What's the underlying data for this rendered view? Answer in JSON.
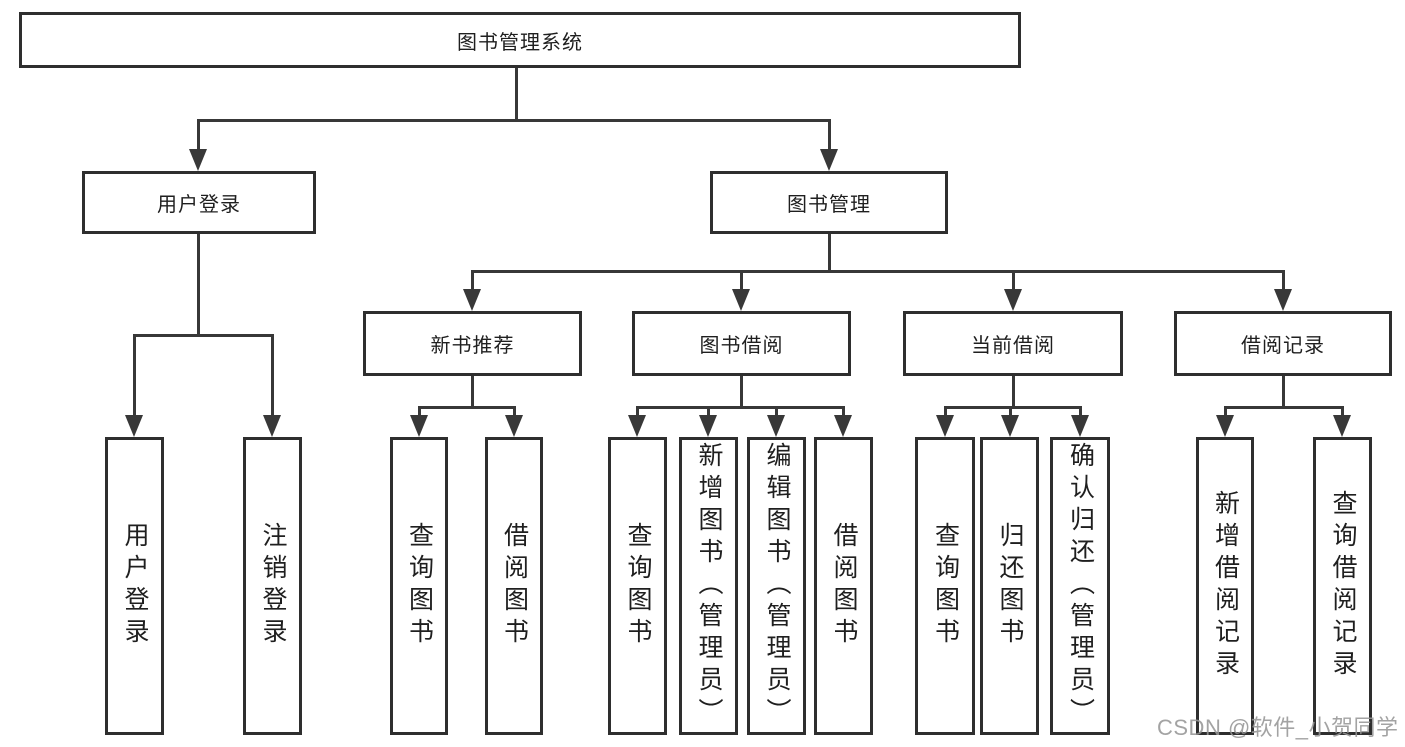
{
  "diagram": {
    "root": {
      "label": "图书管理系统"
    },
    "branches": [
      {
        "label": "用户登录",
        "children": [
          "用户登录",
          "注销登录"
        ]
      },
      {
        "label": "图书管理",
        "children": [
          {
            "label": "新书推荐",
            "children": [
              "查询图书",
              "借阅图书"
            ]
          },
          {
            "label": "图书借阅",
            "children": [
              "查询图书",
              "新增图书（管理员）",
              "编辑图书（管理员）",
              "借阅图书"
            ]
          },
          {
            "label": "当前借阅",
            "children": [
              "查询图书",
              "归还图书",
              "确认归还（管理员）"
            ]
          },
          {
            "label": "借阅记录",
            "children": [
              "新增借阅记录",
              "查询借阅记录"
            ]
          }
        ]
      }
    ]
  },
  "colors": {
    "line": "#383838",
    "border": "#2e2e2e",
    "text": "#1f1f1f",
    "watermark": "#969696"
  },
  "watermark": {
    "text": "CSDN @软件_小贺同学"
  }
}
